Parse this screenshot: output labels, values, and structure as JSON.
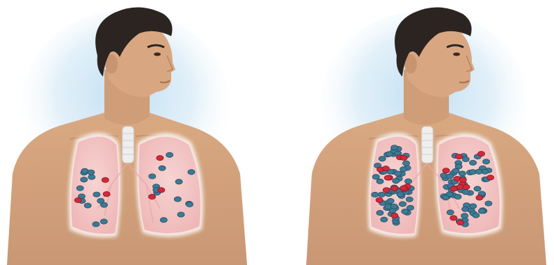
{
  "figure": {
    "panels": [
      {
        "id": "left",
        "particles": {
          "blue": 27,
          "red": 6
        }
      },
      {
        "id": "right",
        "particles": {
          "blue": 120,
          "red": 26
        }
      }
    ],
    "colors": {
      "background": "#ffffff",
      "halo": "#bcdcf0",
      "skin": "#d9a982",
      "skin_shadow": "#b98664",
      "hair": "#2b2420",
      "lung": "#f3c4c4",
      "lung_outline": "#e8f2f6",
      "trachea": "#eeeeee",
      "particle_blue": "#3c7a96",
      "particle_red": "#d12a3a"
    }
  }
}
